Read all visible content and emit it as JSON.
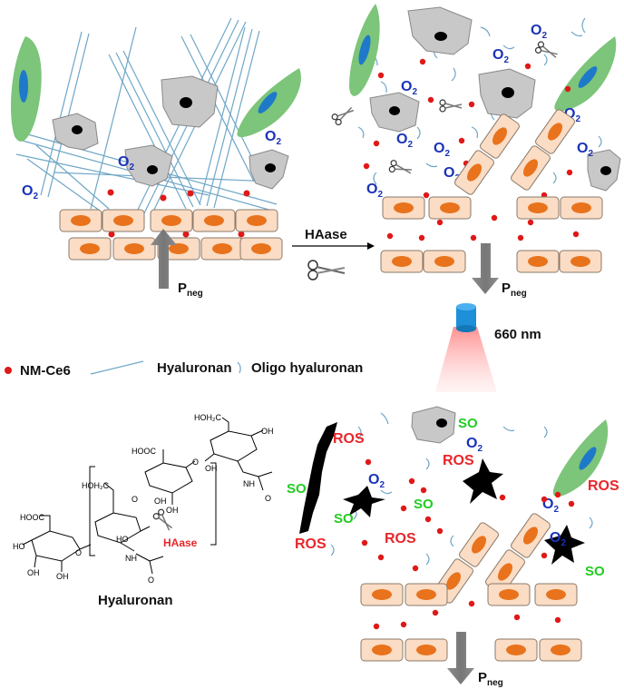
{
  "labels": {
    "o2": "O",
    "o2_sub": "2",
    "ros": "ROS",
    "so": "SO",
    "pneg_main": "P",
    "pneg_sub": "neg",
    "enzyme": "HAase",
    "wavelength": "660 nm"
  },
  "legend": {
    "nm_ce6": "NM-Ce6",
    "hyaluronan": "Hyaluronan",
    "oligo": "Oligo hyaluronan"
  },
  "structure": {
    "caption": "Hyaluronan",
    "ch2oh_top": "HOH₂C",
    "ch2oh_mid": "HOH₂C",
    "cooh_top": "HOOC",
    "cooh_left": "HOOC",
    "oh": "OH",
    "ho": "HO",
    "nh": "NH",
    "o": "O",
    "enzyme": "HAase"
  },
  "colors": {
    "o2": "#1a33b8",
    "ros": "#e8262a",
    "so": "#22cc22",
    "drug": "#e01818",
    "cell": "#fbdcc4",
    "nucleus": "#e8731c",
    "fibroblast": "#7cc57a",
    "fiber": "#6fa7c6"
  }
}
